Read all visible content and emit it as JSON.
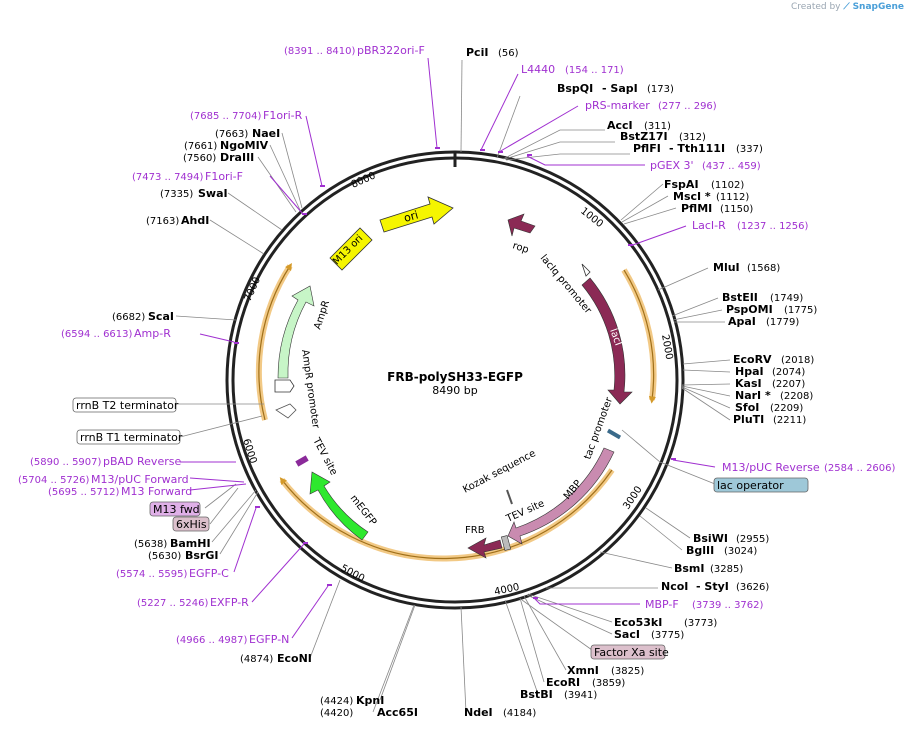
{
  "watermark": {
    "prefix": "Created by",
    "brand": "SnapGene"
  },
  "plasmid": {
    "name": "FRB-polySH33-EGFP",
    "size": "8490 bp"
  },
  "ticks": [
    "1000",
    "2000",
    "3000",
    "4000",
    "5000",
    "6000",
    "7000",
    "8000"
  ],
  "sites": [
    {
      "name": "PciI",
      "pos": "(56)"
    },
    {
      "name": "BspQI",
      "name2": "- SapI",
      "pos": "(173)"
    },
    {
      "name": "AccI",
      "pos": "(311)"
    },
    {
      "name": "BstZ17I",
      "pos": "(312)"
    },
    {
      "name": "PflFI",
      "name2": "- Tth111I",
      "pos": "(337)"
    },
    {
      "name": "FspAI",
      "pos": "(1102)"
    },
    {
      "name": "MscI *",
      "pos": "(1112)"
    },
    {
      "name": "PflMI",
      "pos": "(1150)"
    },
    {
      "name": "MluI",
      "pos": "(1568)"
    },
    {
      "name": "BstEII",
      "pos": "(1749)"
    },
    {
      "name": "PspOMI",
      "pos": "(1775)"
    },
    {
      "name": "ApaI",
      "pos": "(1779)"
    },
    {
      "name": "EcoRV",
      "pos": "(2018)"
    },
    {
      "name": "HpaI",
      "pos": "(2074)"
    },
    {
      "name": "KasI",
      "pos": "(2207)"
    },
    {
      "name": "NarI *",
      "pos": "(2208)"
    },
    {
      "name": "SfoI",
      "pos": "(2209)"
    },
    {
      "name": "PluTI",
      "pos": "(2211)"
    },
    {
      "name": "BsiWI",
      "pos": "(2955)"
    },
    {
      "name": "BglII",
      "pos": "(3024)"
    },
    {
      "name": "BsmI",
      "pos": "(3285)"
    },
    {
      "name": "NcoI",
      "name2": "- StyI",
      "pos": "(3626)"
    },
    {
      "name": "Eco53kI",
      "pos": "(3773)"
    },
    {
      "name": "SacI",
      "pos": "(3775)"
    },
    {
      "name": "XmnI",
      "pos": "(3825)"
    },
    {
      "name": "EcoRI",
      "pos": "(3859)"
    },
    {
      "name": "BstBI",
      "pos": "(3941)"
    },
    {
      "name": "NdeI",
      "pos": "(4184)"
    },
    {
      "name": "KpnI",
      "pos": "(4424)"
    },
    {
      "name": "Acc65I",
      "pos": "(4420)"
    },
    {
      "name": "EcoNI",
      "pos": "(4874)"
    },
    {
      "name": "BsrGI",
      "pos": "(5630)"
    },
    {
      "name": "BamHI",
      "pos": "(5638)"
    },
    {
      "name": "ScaI",
      "pos": "(6682)"
    },
    {
      "name": "AhdI",
      "pos": "(7163)"
    },
    {
      "name": "SwaI",
      "pos": "(7335)"
    },
    {
      "name": "DraIII",
      "pos": "(7560)"
    },
    {
      "name": "NgoMIV",
      "pos": "(7661)"
    },
    {
      "name": "NaeI",
      "pos": "(7663)"
    }
  ],
  "primers": [
    {
      "name": "pBR322ori-F",
      "pos": "(8391 .. 8410)"
    },
    {
      "name": "L4440",
      "pos": "(154 .. 171)"
    },
    {
      "name": "pRS-marker",
      "pos": "(277 .. 296)"
    },
    {
      "name": "pGEX 3'",
      "pos": "(437 .. 459)"
    },
    {
      "name": "LacI-R",
      "pos": "(1237 .. 1256)"
    },
    {
      "name": "M13/pUC Reverse",
      "pos": "(2584 .. 2606)"
    },
    {
      "name": "MBP-F",
      "pos": "(3739 .. 3762)"
    },
    {
      "name": "EGFP-N",
      "pos": "(4966 .. 4987)"
    },
    {
      "name": "EXFP-R",
      "pos": "(5227 .. 5246)"
    },
    {
      "name": "EGFP-C",
      "pos": "(5574 .. 5595)"
    },
    {
      "name": "M13 Forward",
      "pos": "(5695 .. 5712)"
    },
    {
      "name": "M13/pUC Forward",
      "pos": "(5704 .. 5726)"
    },
    {
      "name": "pBAD Reverse",
      "pos": "(5890 .. 5907)"
    },
    {
      "name": "Amp-R",
      "pos": "(6594 .. 6613)"
    },
    {
      "name": "F1ori-F",
      "pos": "(7473 .. 7494)"
    },
    {
      "name": "F1ori-R",
      "pos": "(7685 .. 7704)"
    }
  ],
  "boxed": {
    "lac_operator": "lac operator",
    "factor_xa": "Factor Xa site",
    "m13_fwd": "M13 fwd",
    "his": "6xHis",
    "rrnb_t2": "rrnB T2 terminator",
    "rrnb_t1": "rrnB T1 terminator"
  },
  "features": {
    "ori": "ori",
    "rop": "rop",
    "laciq_promoter": "lacIq promoter",
    "laci": "lacI",
    "tac_promoter": "tac promoter",
    "mbp": "MBP",
    "tev_site": "TEV site",
    "tev_site2": "TEV site",
    "frb": "FRB",
    "kozak": "Kozak sequence",
    "megfp": "mEGFP",
    "ampr_promoter": "AmpR promoter",
    "ampr": "AmpR",
    "m13_ori": "M13 ori"
  },
  "colors": {
    "backbone": "#222222",
    "ori": "#f5f500",
    "maroon": "#8b2a55",
    "mbp": "#c98bb0",
    "green": "#2ee82e",
    "ampr": "#c7f5c7",
    "orange_track": "#f0c070",
    "primer": "#a030d0"
  }
}
